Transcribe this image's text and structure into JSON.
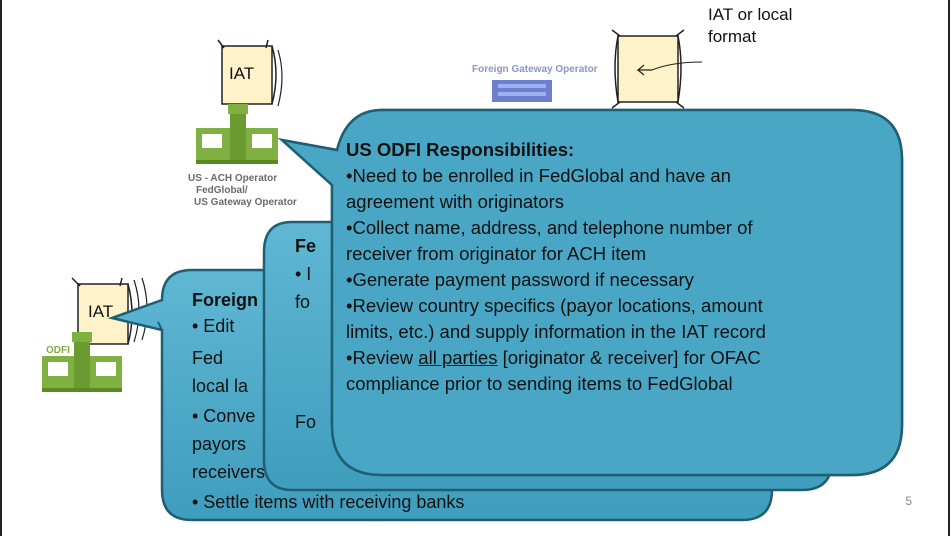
{
  "diagram": {
    "top_note": {
      "line1": "IAT or local",
      "line2": "format"
    },
    "doc_labels": {
      "top": "IAT",
      "left": "IAT"
    },
    "buildings": {
      "us_ach_operator": {
        "line1": "US - ACH Operator",
        "line2": "FedGlobal/",
        "line3": "US Gateway Operator"
      },
      "foreign_gateway": {
        "label": "Foreign Gateway Operator"
      },
      "odfi": {
        "label": "ODFI"
      }
    },
    "back_callout": {
      "title": "Foreign",
      "lines": [
        "• Edit",
        "Fed",
        "local la",
        "• Conve",
        "payors",
        "receivers",
        "• Settle items with receiving banks"
      ]
    },
    "mid_callout": {
      "title": "Fe",
      "lines": [
        "• I",
        "fo",
        "Fo"
      ]
    },
    "front_callout": {
      "title": "US ODFI Responsibilities:",
      "bullets": [
        "Need to be enrolled in FedGlobal and have an",
        "agreement with originators",
        "Collect name, address, and telephone number of",
        "receiver  from originator for ACH item",
        "Generate payment password if necessary",
        "Review country specifics (payor locations, amount",
        "limits, etc.) and supply information in the  IAT record",
        "Review ",
        "all parties",
        " [originator & receiver] for OFAC",
        "compliance prior to sending items to FedGlobal"
      ]
    },
    "page_number": "5",
    "colors": {
      "callout_fill": "#49a8c7",
      "callout_stroke": "#1f5f73",
      "building_green": "#7fb041",
      "doc_fill": "#fdf2c8"
    }
  }
}
